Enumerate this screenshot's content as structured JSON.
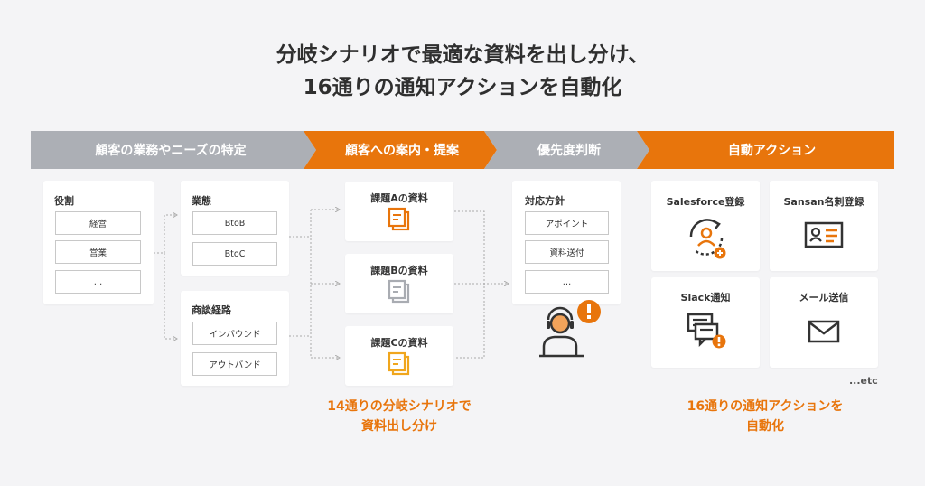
{
  "title": {
    "line1": "分岐シナリオで最適な資料を出し分け、",
    "line2": "16通りの通知アクションを自動化"
  },
  "steps": [
    {
      "label": "顧客の業務やニーズの特定",
      "color": "#acafb5"
    },
    {
      "label": "顧客への案内・提案",
      "color": "#e8750c"
    },
    {
      "label": "優先度判断",
      "color": "#acafb5"
    },
    {
      "label": "自動アクション",
      "color": "#e8750c"
    }
  ],
  "role": {
    "label": "役割",
    "items": [
      "経営",
      "営業",
      "…"
    ]
  },
  "business": {
    "label": "業態",
    "items": [
      "BtoB",
      "BtoC"
    ]
  },
  "channel": {
    "label": "商談経路",
    "items": [
      "インバウンド",
      "アウトバンド"
    ]
  },
  "materials": [
    {
      "label": "課題Aの資料",
      "color": "#e8750c"
    },
    {
      "label": "課題Bの資料",
      "color": "#a9acb2"
    },
    {
      "label": "課題Cの資料",
      "color": "#f0a61d"
    }
  ],
  "policy": {
    "label": "対応方針",
    "items": [
      "アポイント",
      "資料送付",
      "…"
    ]
  },
  "actions": [
    {
      "label": "Salesforce登録",
      "icon": "user-sync-icon"
    },
    {
      "label": "Sansan名刺登録",
      "icon": "business-card-icon"
    },
    {
      "label": "Slack通知",
      "icon": "chat-alert-icon"
    },
    {
      "label": "メール送信",
      "icon": "mail-icon"
    }
  ],
  "etc": "...etc",
  "caption_left": {
    "line1": "14通りの分岐シナリオで",
    "line2": "資料出し分け"
  },
  "caption_right": {
    "line1": "16通りの通知アクションを",
    "line2": "自動化"
  },
  "colors": {
    "accent": "#e8750c",
    "gray": "#acafb5",
    "background": "#f4f4f6"
  }
}
